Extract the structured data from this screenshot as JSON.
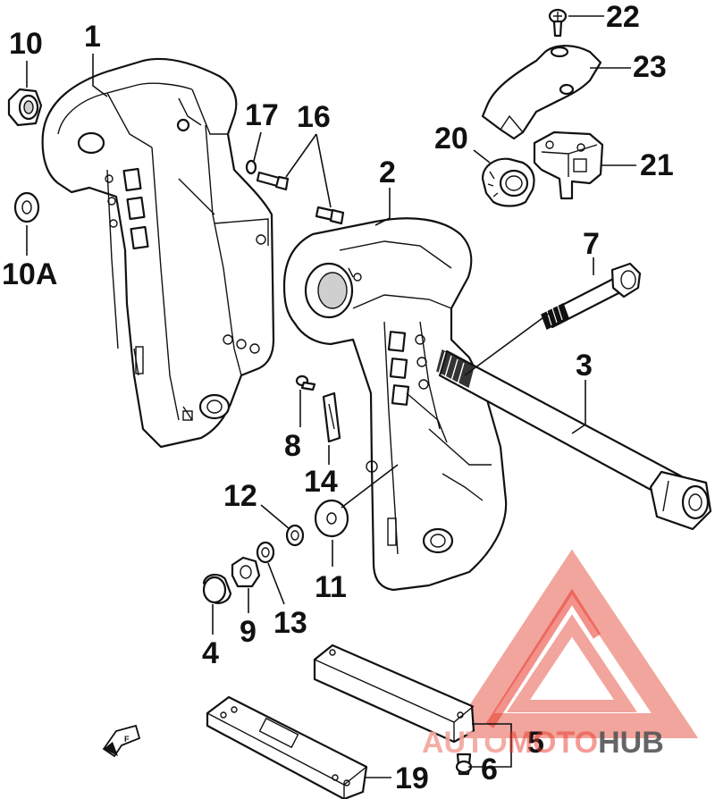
{
  "diagram": {
    "callouts": [
      {
        "id": "c10",
        "label": "10"
      },
      {
        "id": "c1",
        "label": "1"
      },
      {
        "id": "c10a",
        "label": "10A"
      },
      {
        "id": "c17",
        "label": "17"
      },
      {
        "id": "c16",
        "label": "16"
      },
      {
        "id": "c2",
        "label": "2"
      },
      {
        "id": "c22",
        "label": "22"
      },
      {
        "id": "c23",
        "label": "23"
      },
      {
        "id": "c20",
        "label": "20"
      },
      {
        "id": "c21",
        "label": "21"
      },
      {
        "id": "c7",
        "label": "7"
      },
      {
        "id": "c3",
        "label": "3"
      },
      {
        "id": "c8",
        "label": "8"
      },
      {
        "id": "c14",
        "label": "14"
      },
      {
        "id": "c12",
        "label": "12"
      },
      {
        "id": "c11",
        "label": "11"
      },
      {
        "id": "c9",
        "label": "9"
      },
      {
        "id": "c13",
        "label": "13"
      },
      {
        "id": "c4",
        "label": "4"
      },
      {
        "id": "c5",
        "label": "5"
      },
      {
        "id": "c6",
        "label": "6"
      },
      {
        "id": "c19",
        "label": "19"
      }
    ]
  },
  "watermark": {
    "text_left": "AUTO",
    "text_mid": "MOTO",
    "text_right": "HUB",
    "color_primary": "#e8392b",
    "color_secondary": "#f2a59c",
    "color_text_dark": "#555555"
  },
  "direction_marker": {
    "icon": "front-arrow-icon",
    "label": "F"
  },
  "colors": {
    "line": "#111111",
    "background": "#ffffff"
  }
}
